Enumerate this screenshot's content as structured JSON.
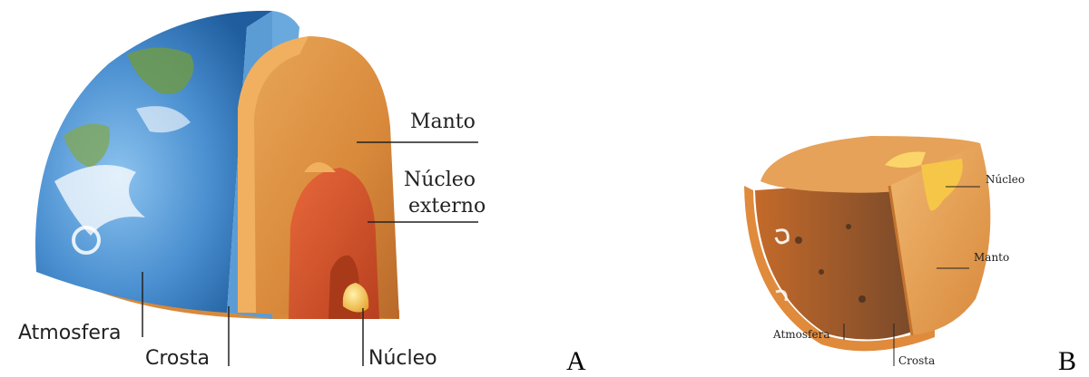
{
  "diagram_a": {
    "labels": {
      "manto": "Manto",
      "nucleo_externo_l1": "Núcleo",
      "nucleo_externo_l2": "externo",
      "atmosfera": "Atmosfera",
      "crosta": "Crosta",
      "nucleo": "Núcleo"
    },
    "panel_letter": "A"
  },
  "diagram_b": {
    "labels": {
      "nucleo": "Núcleo",
      "manto": "Manto",
      "atmosfera": "Atmosfera",
      "crosta": "Crosta"
    },
    "panel_letter": "B"
  },
  "colors": {
    "ocean": "#4a8fd0",
    "mantle": "#d9893a",
    "outer_core": "#d2552a",
    "inner_core": "#f2c04a",
    "crust_rim": "#e08a3c"
  }
}
